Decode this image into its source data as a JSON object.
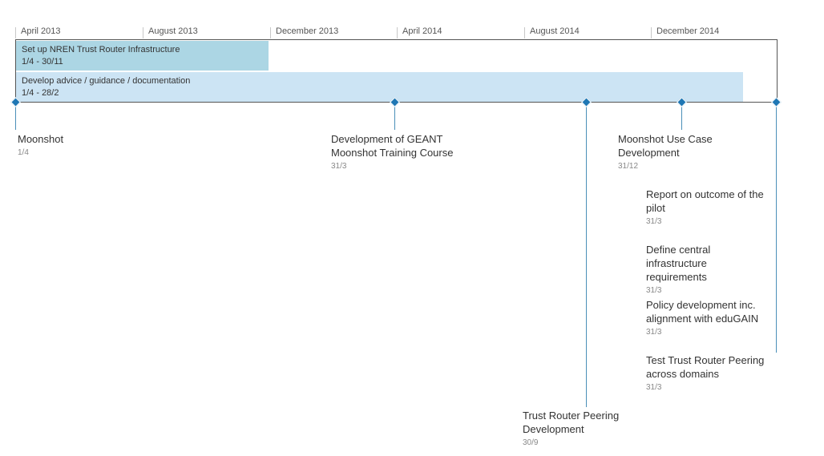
{
  "timeline": {
    "month_labels": [
      "April 2013",
      "August 2013",
      "December 2013",
      "April 2014",
      "August 2014",
      "December 2014"
    ],
    "tasks": [
      {
        "title": "Set up NREN Trust Router Infrastructure",
        "dates": "1/4 - 30/11",
        "color": "#acd6e4"
      },
      {
        "title": "Develop advice / guidance / documentation",
        "dates": "1/4 - 28/2",
        "color": "#cce4f4"
      }
    ],
    "milestones": [
      {
        "title": "Moonshot",
        "date": "1/4"
      },
      {
        "title": "Development of GEANT Moonshot Training Course",
        "date": "31/3"
      },
      {
        "title": "Moonshot Use Case Development",
        "date": "31/12"
      },
      {
        "title": "Trust Router Peering Development",
        "date": "30/9"
      },
      {
        "title": "Report on outcome of the pilot",
        "date": "31/3"
      },
      {
        "title": "Define central infrastructure requirements",
        "date": "31/3"
      },
      {
        "title": "Policy development inc. alignment with eduGAIN",
        "date": "31/3"
      },
      {
        "title": "Test Trust Router Peering across domains",
        "date": "31/3"
      }
    ],
    "accent_color": "#1f77b4"
  }
}
